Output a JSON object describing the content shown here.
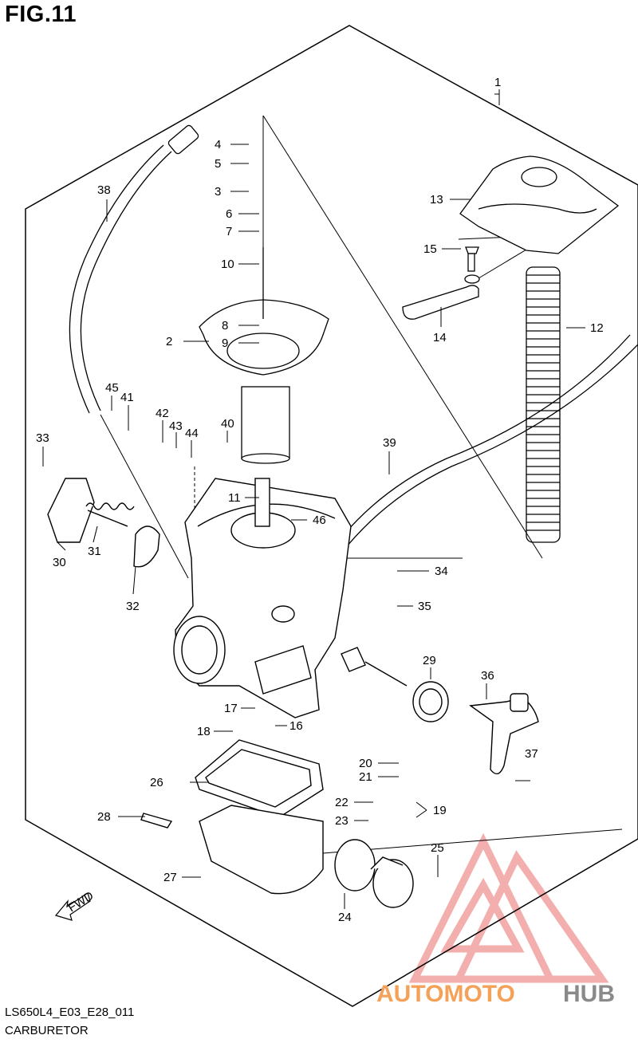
{
  "figure": {
    "title": "FIG.11",
    "code": "LS650L4_E03_E28_011",
    "name": "CARBURETOR"
  },
  "watermark": {
    "text_a": "AUTOMOTO",
    "text_b": "HUB",
    "color_a": "#f4a259",
    "color_b": "#8a8a8a",
    "logo_color": "#e84b4b"
  },
  "fwd_label": "FWD",
  "callouts": [
    "1",
    "2",
    "3",
    "4",
    "5",
    "6",
    "7",
    "8",
    "9",
    "10",
    "11",
    "12",
    "13",
    "14",
    "15",
    "16",
    "17",
    "18",
    "19",
    "20",
    "21",
    "22",
    "23",
    "24",
    "25",
    "26",
    "27",
    "28",
    "29",
    "30",
    "31",
    "32",
    "33",
    "34",
    "35",
    "36",
    "37",
    "38",
    "39",
    "40",
    "41",
    "42",
    "43",
    "44",
    "45",
    "46"
  ]
}
